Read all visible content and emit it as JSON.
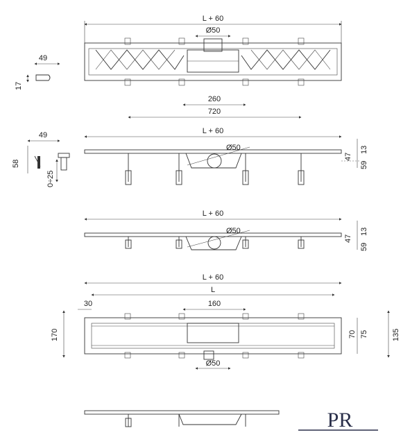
{
  "views": {
    "top_view": {
      "overall_label": "L + 60",
      "outlet_label": "Ø50",
      "span_260": "260",
      "span_720": "720"
    },
    "side_detail_small": {
      "width_label": "49",
      "height_label": "17"
    },
    "side_detail_foot": {
      "width_label": "49",
      "height_label": "58",
      "adjust_label": "0÷25"
    },
    "side_view_1": {
      "overall_label": "L + 60",
      "outlet_label": "Ø50",
      "h47": "47",
      "h59": "59",
      "h13": "13"
    },
    "side_view_2": {
      "overall_label": "L + 60",
      "outlet_label": "Ø50",
      "h47": "47",
      "h59": "59",
      "h13": "13"
    },
    "plan_view": {
      "overall_label": "L + 60",
      "inner_label": "L",
      "offset_label": "30",
      "span_label": "160",
      "height_170": "170",
      "height_70": "70",
      "height_75": "75",
      "height_135": "135",
      "outlet_label": "Ø50"
    },
    "logo": {
      "text": "PR"
    }
  }
}
